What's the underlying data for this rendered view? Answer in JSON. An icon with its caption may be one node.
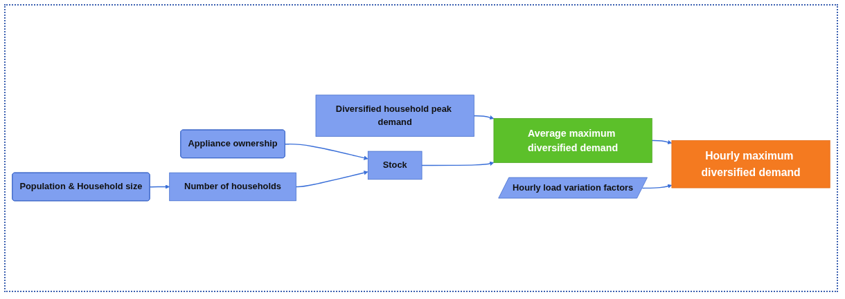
{
  "diagram": {
    "nodes": [
      {
        "text": [
          "Population & Household size"
        ]
      },
      {
        "text": [
          "Appliance ownership"
        ]
      },
      {
        "text": [
          "Number of households"
        ]
      },
      {
        "text": [
          "Diversified household peak demand"
        ]
      },
      {
        "text": [
          "Stock"
        ]
      },
      {
        "text": [
          "Average maximum diversified demand"
        ]
      },
      {
        "text": [
          "Hourly maximum diversified demand"
        ]
      },
      {
        "text": [
          "Hourly load variation factors"
        ]
      }
    ],
    "edges": [
      {
        "from": 0,
        "to": 2,
        "arrow": "to"
      },
      {
        "from": 1,
        "to": 4,
        "arrow": "to"
      },
      {
        "from": 2,
        "to": 4,
        "arrow": "to"
      },
      {
        "from": 3,
        "to": 5,
        "arrow": "to"
      },
      {
        "from": 4,
        "to": 5,
        "arrow": "to"
      },
      {
        "from": 5,
        "to": 6,
        "arrow": "to"
      },
      {
        "from": 7,
        "to": 6,
        "arrow": "to"
      }
    ]
  }
}
